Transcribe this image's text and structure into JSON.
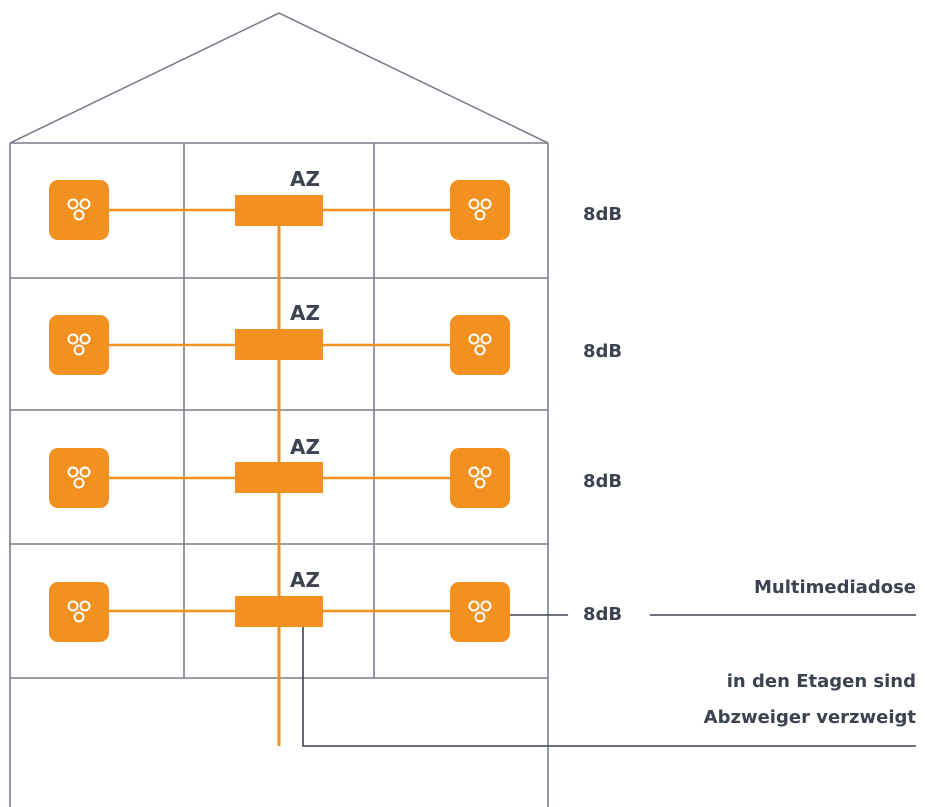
{
  "colors": {
    "outlet": "#f39120",
    "cable": "#f39120",
    "building_line": "#7a7f8a",
    "text": "#3c4250",
    "legend_line": "#3c4250"
  },
  "floors": [
    {
      "splitter_label": "AZ",
      "attenuation_label": "8dB",
      "outlet_icon": "multimedia-outlet-icon"
    },
    {
      "splitter_label": "AZ",
      "attenuation_label": "8dB",
      "outlet_icon": "multimedia-outlet-icon"
    },
    {
      "splitter_label": "AZ",
      "attenuation_label": "8dB",
      "outlet_icon": "multimedia-outlet-icon"
    },
    {
      "splitter_label": "AZ",
      "attenuation_label": "8dB",
      "outlet_icon": "multimedia-outlet-icon"
    }
  ],
  "legend": {
    "outlet_label": "Multimediadose",
    "splitter_note_line1": "in den Etagen sind",
    "splitter_note_line2": "Abzweiger verzweigt"
  }
}
